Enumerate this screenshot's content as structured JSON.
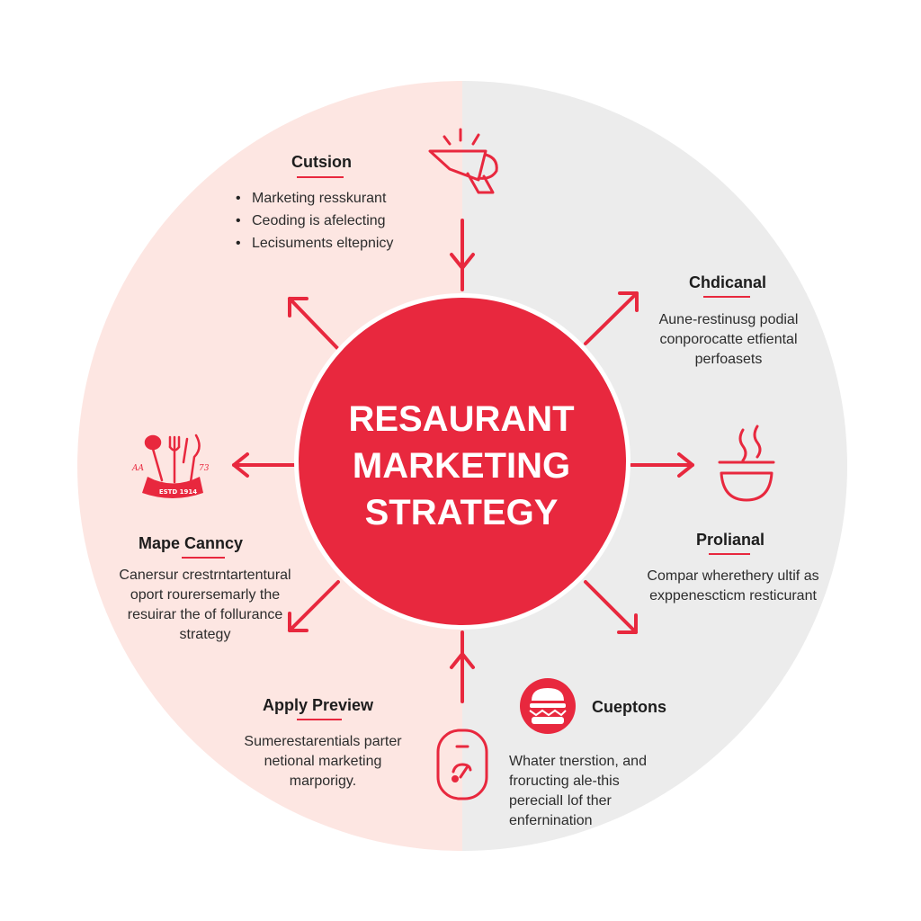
{
  "center": {
    "title_lines": [
      "RESAURANT",
      "MARKETING",
      "STRATEGY"
    ]
  },
  "colors": {
    "accent": "#e8283e",
    "left_half": "#fde6e2",
    "right_half": "#ececec"
  },
  "nodes": {
    "top_left": {
      "heading": "Cutsion",
      "bullets": [
        "Marketing resskurant",
        "Ceoding is afelecting",
        "Lecisuments eltepnicy"
      ]
    },
    "top_right": {
      "heading": "Chdicanal",
      "lines": [
        "Aune-restinusg podial",
        "conporocatte etfiental",
        "perfoasets"
      ]
    },
    "right": {
      "heading": "Prolianal",
      "lines": [
        "Compar wherethery ultif as",
        "exppenescticm resticurant"
      ]
    },
    "bottom_right": {
      "heading": "Cueptons",
      "lines": [
        "Whater tnerstion, and",
        "froructing ale-this",
        "perecialI lof ther",
        "enfernination"
      ]
    },
    "bottom_left": {
      "heading": "Apply Preview",
      "lines": [
        "Sumerestarentials parter",
        "netional marketing",
        "marporigy."
      ]
    },
    "left": {
      "heading": "Mape Canncy",
      "lines": [
        "Canersur crestrntartentural",
        "oport rourersemarly the",
        "resuirar the of follurance",
        "strategy"
      ]
    }
  },
  "icons": {
    "top": "megaphone-icon",
    "top_right": "none",
    "right": "steaming-bowl-icon",
    "bottom_right": "burger-icon",
    "bottom": "smartphone-icon",
    "left": "utensils-badge-icon"
  },
  "badge_text": {
    "left_mark": "AA",
    "right_mark": "73",
    "ribbon": "ESTD 1914"
  }
}
